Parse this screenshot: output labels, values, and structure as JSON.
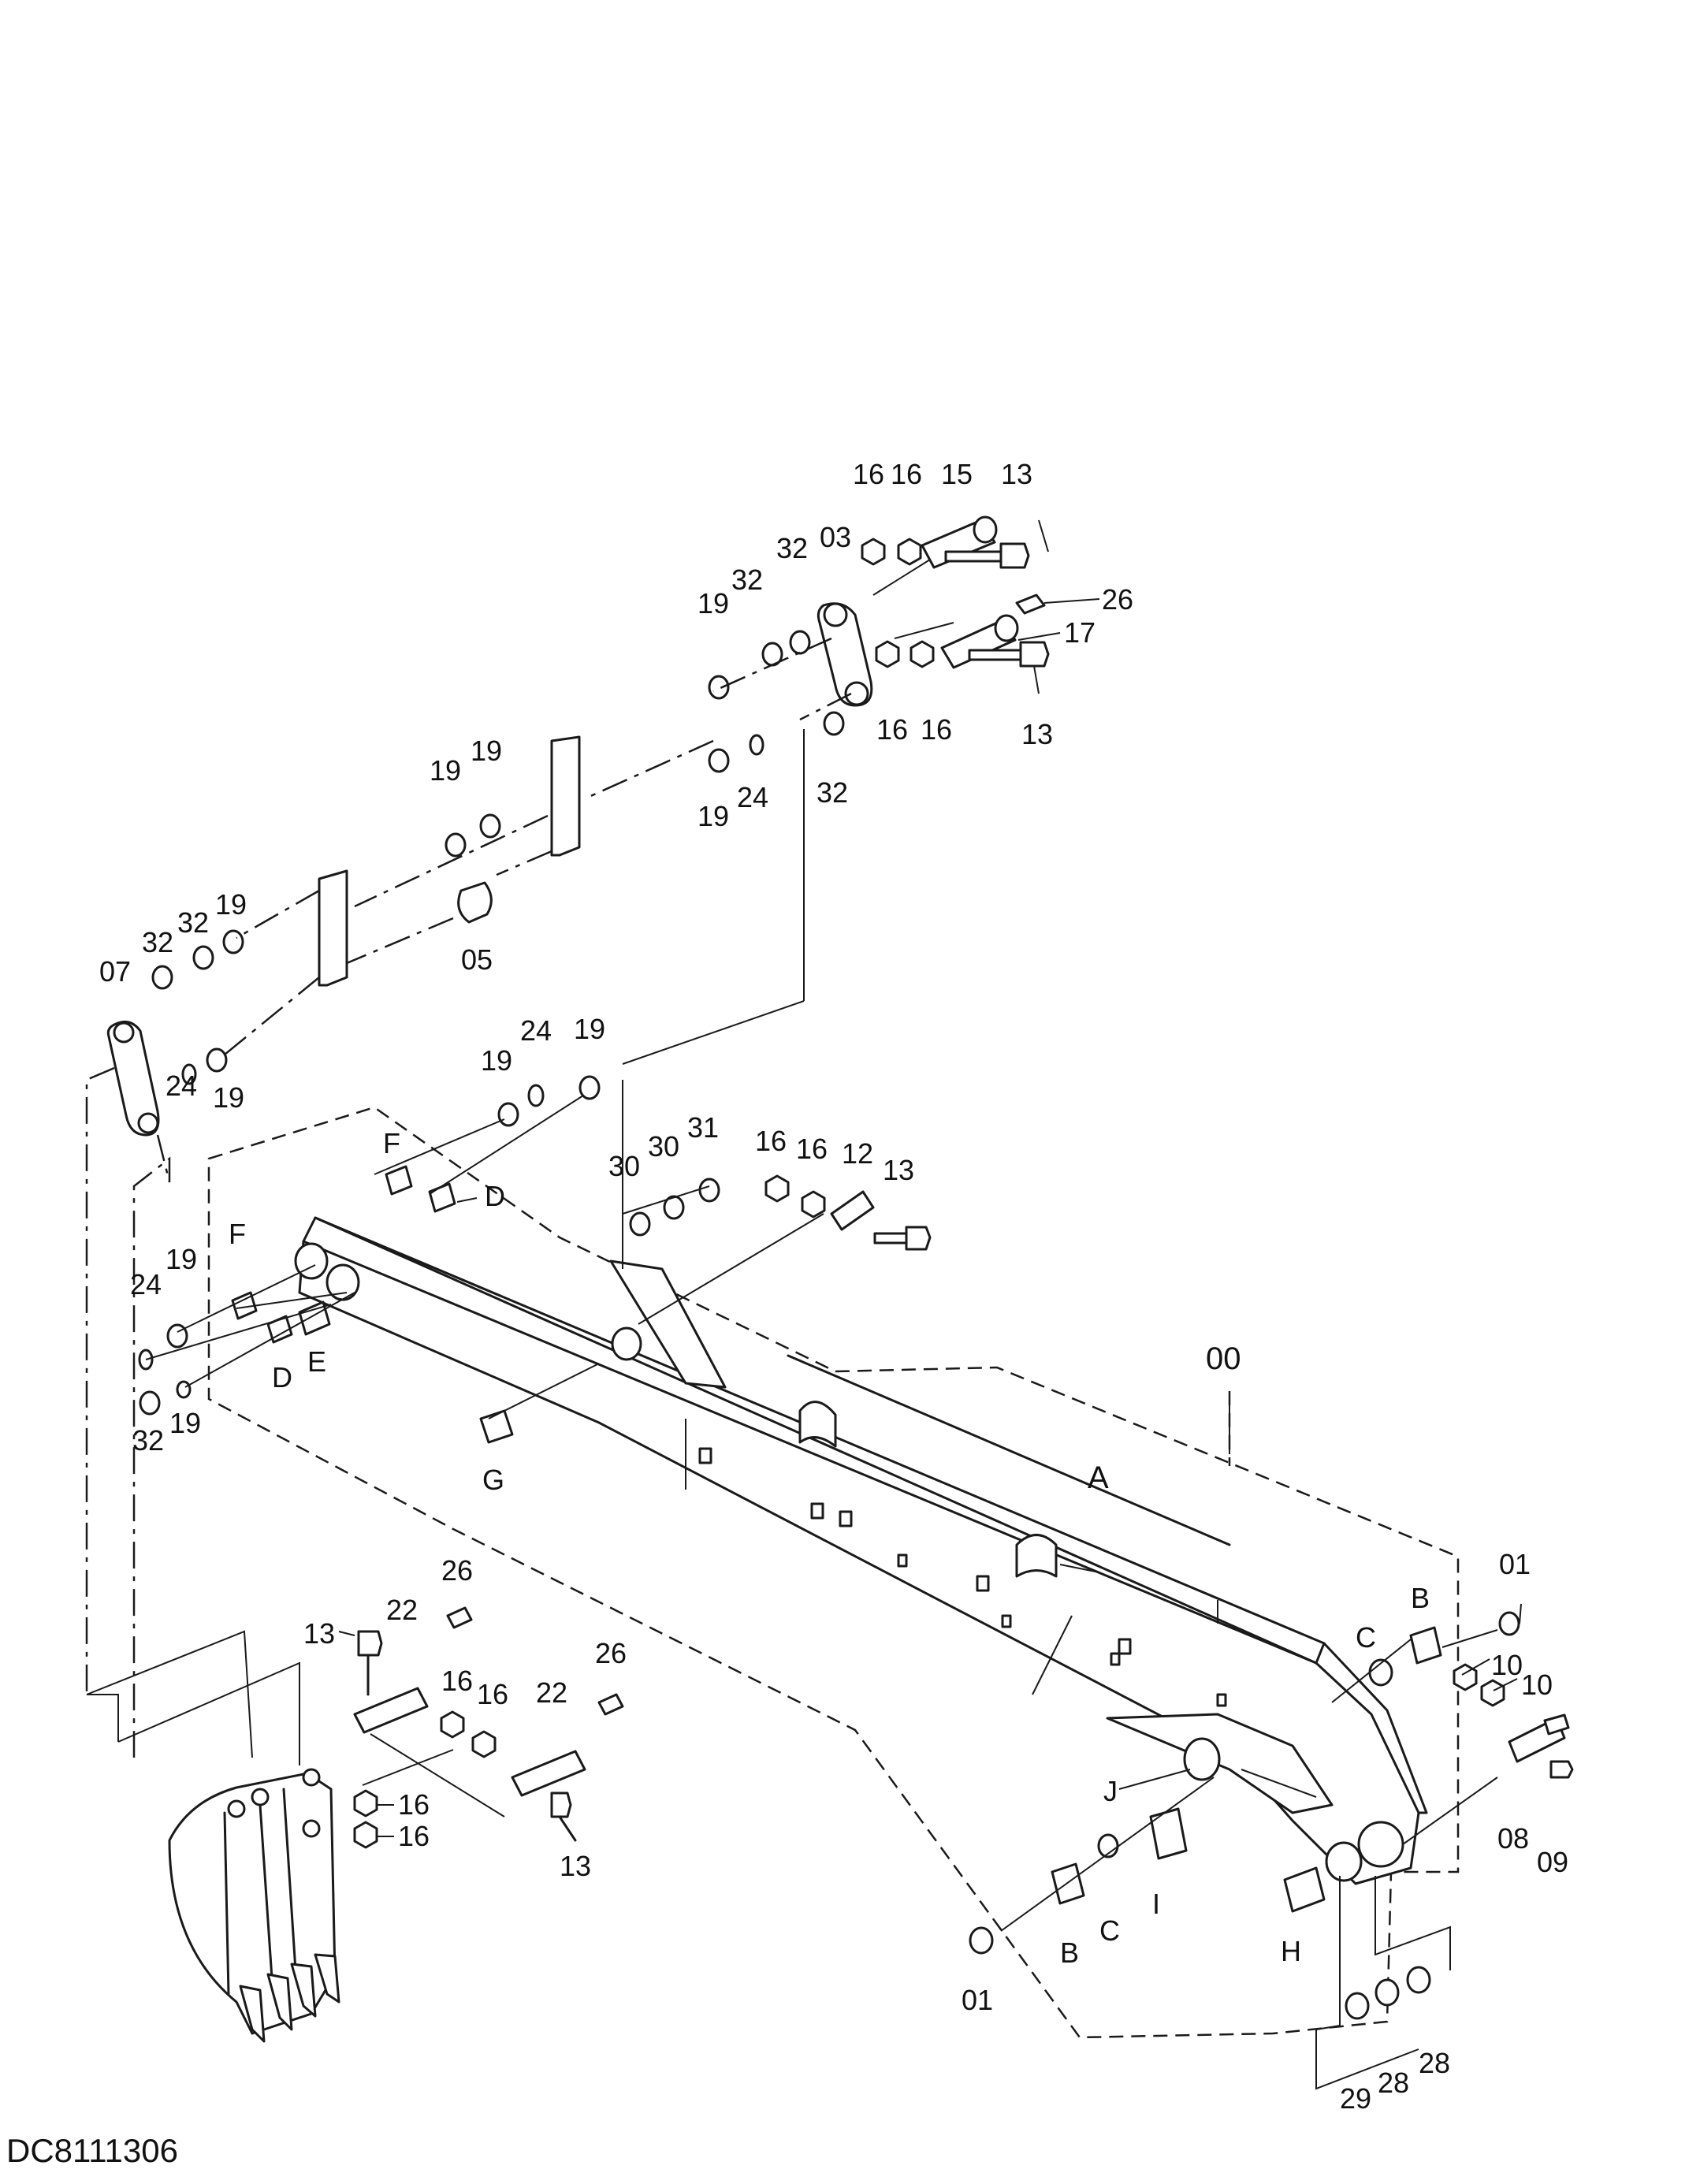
{
  "document_id": "DC8111306",
  "callouts": [
    {
      "id": "c00",
      "text": "00"
    },
    {
      "id": "c01a",
      "text": "01"
    },
    {
      "id": "c01b",
      "text": "01"
    },
    {
      "id": "c03",
      "text": "03"
    },
    {
      "id": "c05",
      "text": "05"
    },
    {
      "id": "c07",
      "text": "07"
    },
    {
      "id": "c08",
      "text": "08"
    },
    {
      "id": "c09",
      "text": "09"
    },
    {
      "id": "c10a",
      "text": "10"
    },
    {
      "id": "c10b",
      "text": "10"
    },
    {
      "id": "c12",
      "text": "12"
    },
    {
      "id": "c13a",
      "text": "13"
    },
    {
      "id": "c13b",
      "text": "13"
    },
    {
      "id": "c13c",
      "text": "13"
    },
    {
      "id": "c13d",
      "text": "13"
    },
    {
      "id": "c13e",
      "text": "13"
    },
    {
      "id": "c15",
      "text": "15"
    },
    {
      "id": "c16a",
      "text": "16"
    },
    {
      "id": "c16b",
      "text": "16"
    },
    {
      "id": "c16c",
      "text": "16"
    },
    {
      "id": "c16d",
      "text": "16"
    },
    {
      "id": "c16e",
      "text": "16"
    },
    {
      "id": "c16f",
      "text": "16"
    },
    {
      "id": "c16g",
      "text": "16"
    },
    {
      "id": "c16h",
      "text": "16"
    },
    {
      "id": "c16i",
      "text": "16"
    },
    {
      "id": "c16j",
      "text": "16"
    },
    {
      "id": "c17",
      "text": "17"
    },
    {
      "id": "c19a",
      "text": "19"
    },
    {
      "id": "c19b",
      "text": "19"
    },
    {
      "id": "c19c",
      "text": "19"
    },
    {
      "id": "c19d",
      "text": "19"
    },
    {
      "id": "c19e",
      "text": "19"
    },
    {
      "id": "c19f",
      "text": "19"
    },
    {
      "id": "c19g",
      "text": "19"
    },
    {
      "id": "c19h",
      "text": "19"
    },
    {
      "id": "c19i",
      "text": "19"
    },
    {
      "id": "c19j",
      "text": "19"
    },
    {
      "id": "c22a",
      "text": "22"
    },
    {
      "id": "c22b",
      "text": "22"
    },
    {
      "id": "c24a",
      "text": "24"
    },
    {
      "id": "c24b",
      "text": "24"
    },
    {
      "id": "c24c",
      "text": "24"
    },
    {
      "id": "c24d",
      "text": "24"
    },
    {
      "id": "c26a",
      "text": "26"
    },
    {
      "id": "c26b",
      "text": "26"
    },
    {
      "id": "c26c",
      "text": "26"
    },
    {
      "id": "c28a",
      "text": "28"
    },
    {
      "id": "c28b",
      "text": "28"
    },
    {
      "id": "c29",
      "text": "29"
    },
    {
      "id": "c30a",
      "text": "30"
    },
    {
      "id": "c30b",
      "text": "30"
    },
    {
      "id": "c31",
      "text": "31"
    },
    {
      "id": "c32a",
      "text": "32"
    },
    {
      "id": "c32b",
      "text": "32"
    },
    {
      "id": "c32c",
      "text": "32"
    },
    {
      "id": "c32d",
      "text": "32"
    },
    {
      "id": "c32e",
      "text": "32"
    },
    {
      "id": "c32f",
      "text": "32"
    },
    {
      "id": "cA",
      "text": "A"
    },
    {
      "id": "cBa",
      "text": "B"
    },
    {
      "id": "cBb",
      "text": "B"
    },
    {
      "id": "cCa",
      "text": "C"
    },
    {
      "id": "cCb",
      "text": "C"
    },
    {
      "id": "cDa",
      "text": "D"
    },
    {
      "id": "cDb",
      "text": "D"
    },
    {
      "id": "cE",
      "text": "E"
    },
    {
      "id": "cFa",
      "text": "F"
    },
    {
      "id": "cFb",
      "text": "F"
    },
    {
      "id": "cG",
      "text": "G"
    },
    {
      "id": "cH",
      "text": "H"
    },
    {
      "id": "cI",
      "text": "I"
    },
    {
      "id": "cJ",
      "text": "J"
    }
  ]
}
